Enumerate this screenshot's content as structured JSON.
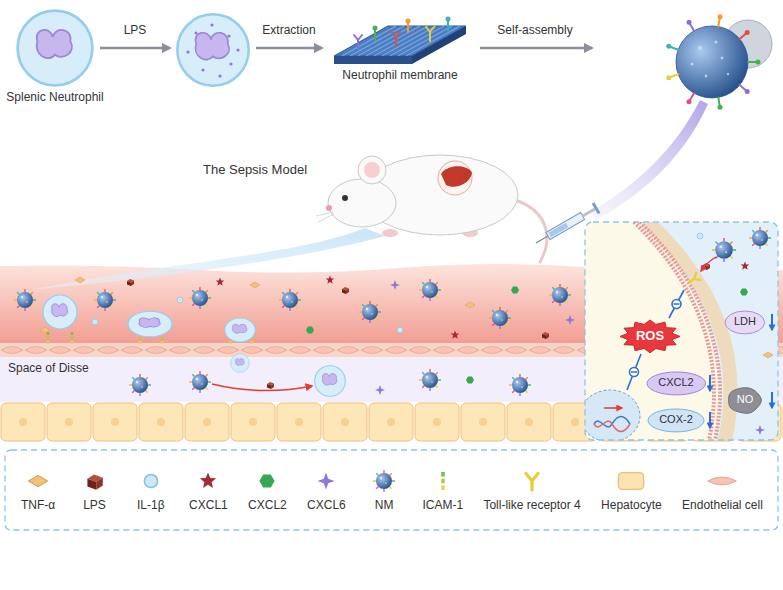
{
  "diagram": {
    "nodes": [
      {
        "text": [
          "Splenic Neutrophil"
        ]
      },
      {
        "text": [
          "Neutrophil membrane"
        ]
      },
      {
        "text": [
          "ROS"
        ]
      },
      {
        "text": [
          "CXCL2"
        ]
      },
      {
        "text": [
          "COX-2"
        ]
      },
      {
        "text": [
          "LDH"
        ]
      },
      {
        "text": [
          "NO"
        ]
      }
    ],
    "labels": [
      "LPS",
      "Extraction",
      "Self-assembly",
      "The Sepsis Model",
      "Space of Disse"
    ],
    "legend": [
      {
        "text": "TNF-α"
      },
      {
        "text": "LPS"
      },
      {
        "text": "IL-1β"
      },
      {
        "text": "CXCL1"
      },
      {
        "text": "CXCL2"
      },
      {
        "text": "CXCL6"
      },
      {
        "text": "NM"
      },
      {
        "text": "ICAM-1"
      },
      {
        "text": "Toll-like receptor 4"
      },
      {
        "text": "Hepatocyte"
      },
      {
        "text": "Endothelial cell"
      }
    ]
  }
}
